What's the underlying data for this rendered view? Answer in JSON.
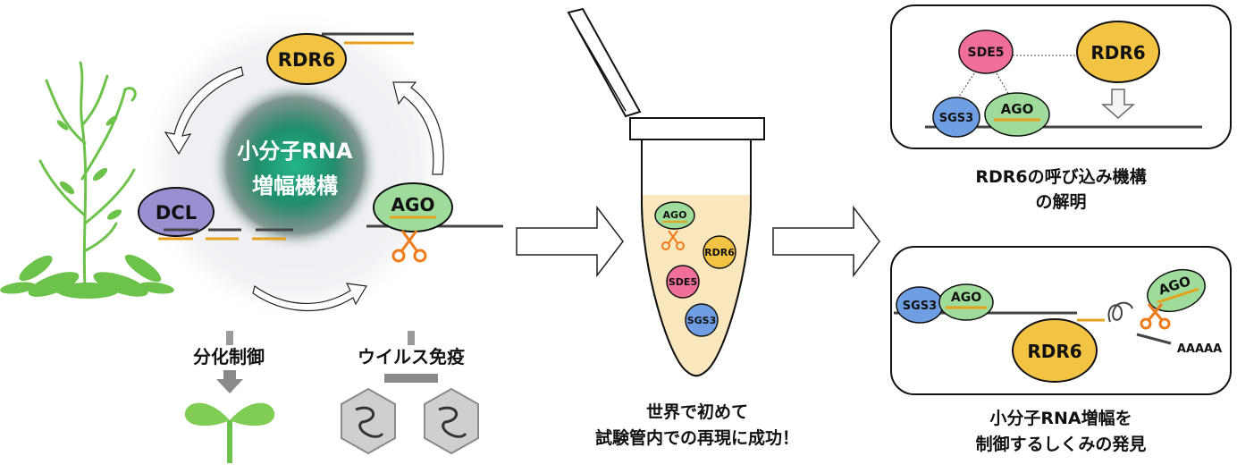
{
  "center_label": [
    "小分子RNA",
    "増幅機構"
  ],
  "proteins": {
    "rdr6": "RDR6",
    "dcl": "DCL",
    "ago": "AGO",
    "sde5": "SDE5",
    "sgs3": "SGS3"
  },
  "functions": {
    "differentiation": "分化制御",
    "virus_immunity": "ウイルス免疫"
  },
  "tube_caption": [
    "世界で初めて",
    "試験管内での再現に成功！"
  ],
  "panel_top_caption": [
    "RDR6の呼び込み機構",
    "の解明"
  ],
  "panel_bottom_caption": [
    "小分子RNA増幅を",
    "制御するしくみの発見"
  ],
  "polya": "AAAAA",
  "colors": {
    "rdr6": "#f3c443",
    "dcl": "#9a8fd1",
    "ago": "#9fdc9b",
    "sde5": "#ef6f98",
    "sgs3": "#6f9fe2",
    "small_rna": "#e6a21c",
    "scissors": "#ee7b1c",
    "plant": "#6cc24a",
    "tube_liquid": "#fbe7bd"
  }
}
